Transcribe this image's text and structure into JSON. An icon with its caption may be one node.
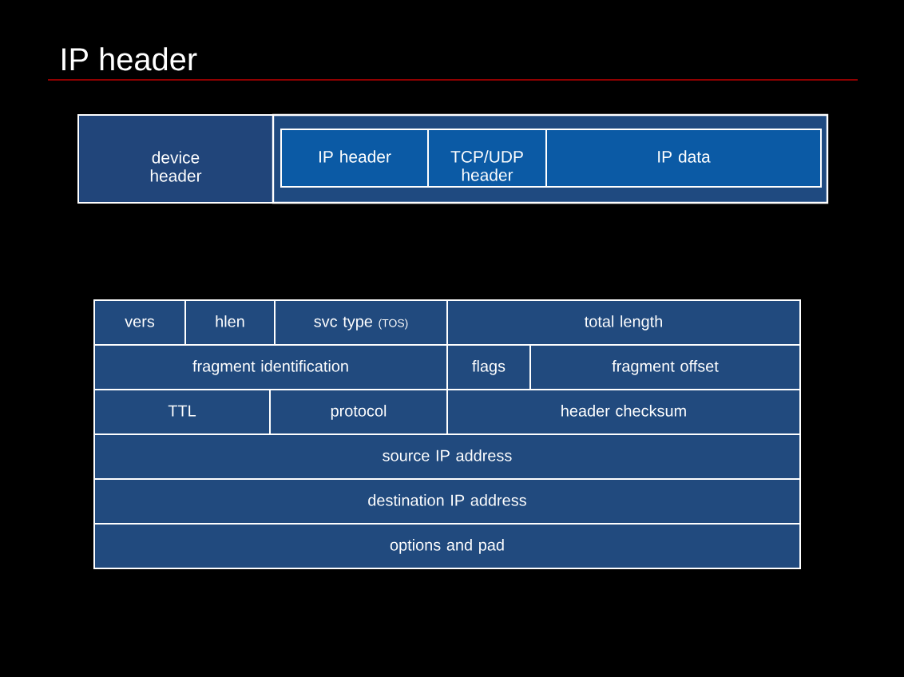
{
  "diagram": {
    "title": "IP header",
    "nodes": [
      {
        "text": [
          "device header"
        ]
      },
      {
        "text": [],
        "shape": "box"
      },
      {
        "text": [
          "IP header"
        ],
        "in": 1
      },
      {
        "text": [
          "TCP/UDP header"
        ],
        "in": 1
      },
      {
        "text": [
          "IP data"
        ],
        "in": 1
      },
      {
        "text": [
          "vers"
        ]
      },
      {
        "text": [
          "hlen"
        ]
      },
      {
        "text": [
          "svc type",
          "(TOS)"
        ]
      },
      {
        "text": [
          "total length"
        ]
      },
      {
        "text": [
          "fragment identification"
        ]
      },
      {
        "text": [
          "flags"
        ]
      },
      {
        "text": [
          "fragment offset"
        ]
      },
      {
        "text": [
          "TTL"
        ]
      },
      {
        "text": [
          "protocol"
        ]
      },
      {
        "text": [
          "header checksum"
        ]
      },
      {
        "text": [
          "source IP address"
        ]
      },
      {
        "text": [
          "destination IP address"
        ]
      },
      {
        "text": [
          "options and pad"
        ]
      }
    ]
  }
}
